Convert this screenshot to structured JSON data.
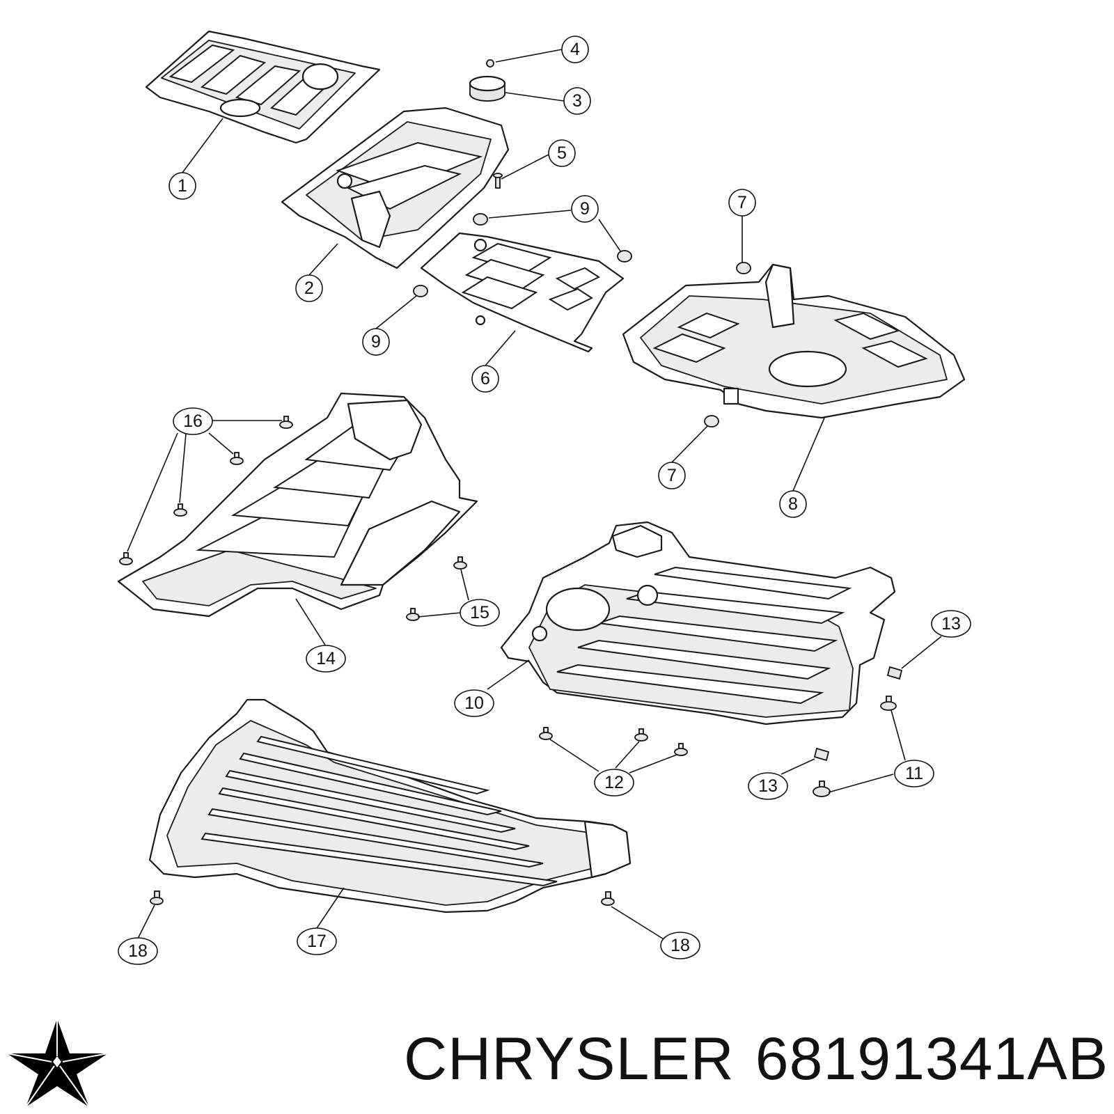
{
  "callouts": [
    {
      "label": "1"
    },
    {
      "label": "2"
    },
    {
      "label": "3"
    },
    {
      "label": "4"
    },
    {
      "label": "5"
    },
    {
      "label": "6"
    },
    {
      "label": "7"
    },
    {
      "label": "7"
    },
    {
      "label": "8"
    },
    {
      "label": "9"
    },
    {
      "label": "9"
    },
    {
      "label": "10"
    },
    {
      "label": "11"
    },
    {
      "label": "12"
    },
    {
      "label": "13"
    },
    {
      "label": "13"
    },
    {
      "label": "14"
    },
    {
      "label": "15"
    },
    {
      "label": "16"
    },
    {
      "label": "17"
    },
    {
      "label": "18"
    },
    {
      "label": "18"
    }
  ],
  "footer": {
    "brand": "CHRYSLER",
    "part_number": "68191341AB"
  },
  "logo": {
    "icon": "chrysler-pentastar-icon",
    "color": "#000000"
  }
}
